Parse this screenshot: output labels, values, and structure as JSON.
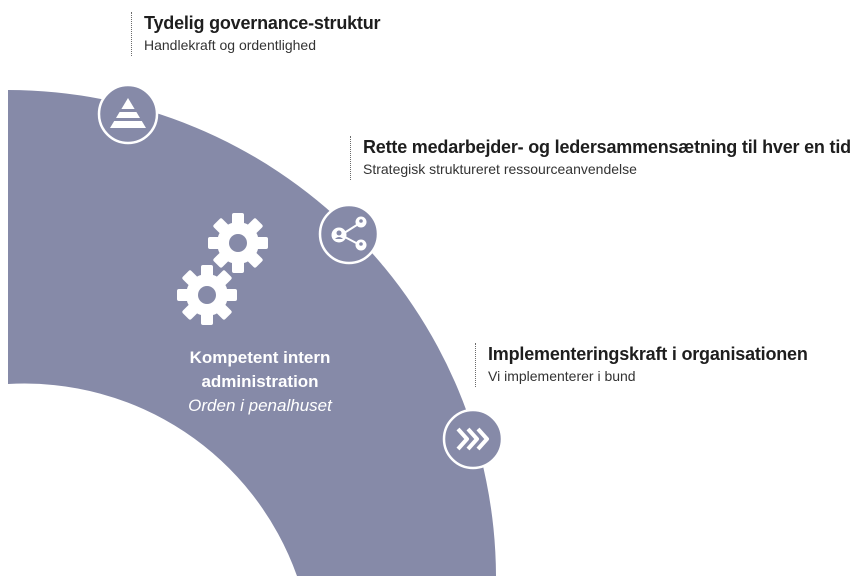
{
  "colors": {
    "arc_fill": "#868aa8",
    "badge_fill": "#868aa8",
    "badge_stroke": "#ffffff",
    "text_dark": "#1e1e1e"
  },
  "center": {
    "title_line1": "Kompetent intern",
    "title_line2": "administration",
    "subtitle": "Orden i penalhuset",
    "icon": "gears-icon"
  },
  "items": [
    {
      "title": "Tydelig governance-struktur",
      "subtitle": "Handlekraft og ordentlighed",
      "icon": "pyramid-icon"
    },
    {
      "title": "Rette medarbejder- og ledersammensætning til hver en tid",
      "subtitle": "Strategisk struktureret ressourceanvendelse",
      "icon": "network-people-icon"
    },
    {
      "title": "Implementeringskraft i organisationen",
      "subtitle": "Vi implementerer i bund",
      "icon": "chevrons-right-icon"
    }
  ]
}
